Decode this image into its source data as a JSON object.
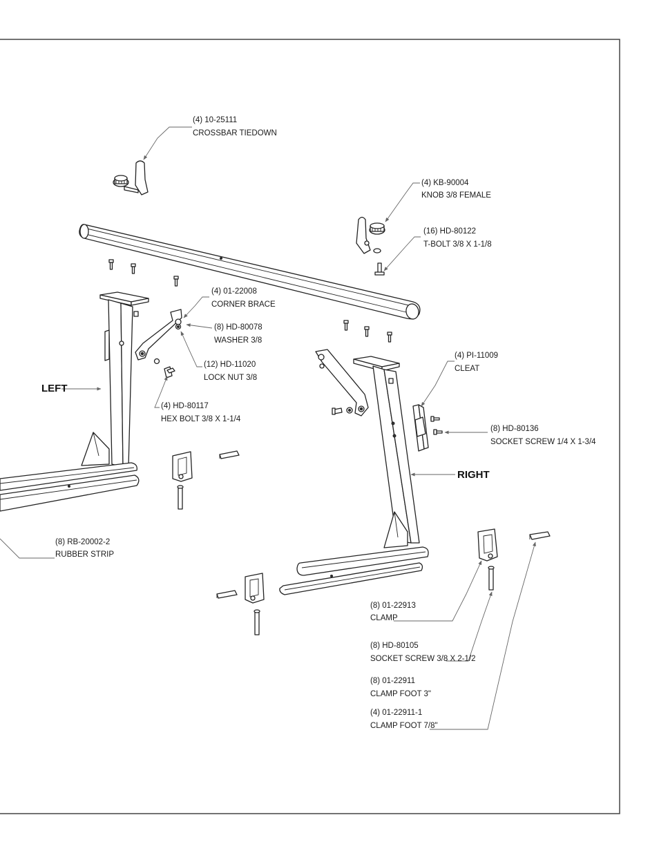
{
  "callouts": {
    "crossbar_tiedown": {
      "line1": "(4) 10-25111",
      "line2": "CROSSBAR TIEDOWN"
    },
    "knob": {
      "line1": "(4) KB-90004",
      "line2": "KNOB 3/8 FEMALE"
    },
    "t_bolt": {
      "line1": "(16) HD-80122",
      "line2": "T-BOLT 3/8 X 1-1/8"
    },
    "corner_brace": {
      "line1": "(4) 01-22008",
      "line2": "CORNER BRACE"
    },
    "washer": {
      "line1": "(8) HD-80078",
      "line2": "WASHER 3/8"
    },
    "lock_nut": {
      "line1": "(12) HD-11020",
      "line2": "LOCK NUT 3/8"
    },
    "hex_bolt": {
      "line1": "(4) HD-80117",
      "line2": "HEX BOLT 3/8 X 1-1/4"
    },
    "cleat": {
      "line1": "(4) PI-11009",
      "line2": "CLEAT"
    },
    "socket_screw_small": {
      "line1": "(8) HD-80136",
      "line2": "SOCKET SCREW 1/4 X 1-3/4"
    },
    "rubber_strip": {
      "line1": "(8) RB-20002-2",
      "line2": "RUBBER STRIP"
    },
    "clamp": {
      "line1": "(8) 01-22913",
      "line2": "CLAMP"
    },
    "socket_screw_large": {
      "line1": "(8) HD-80105",
      "line2": "SOCKET SCREW 3/8 X 2-1/2"
    },
    "clamp_foot_3": {
      "line1": "(8) 01-22911",
      "line2": "CLAMP FOOT 3\""
    },
    "clamp_foot_78": {
      "line1": "(4) 01-22911-1",
      "line2": "CLAMP FOOT 7/8\""
    }
  },
  "side_labels": {
    "left": "LEFT",
    "right": "RIGHT"
  },
  "colors": {
    "line": "#222222",
    "leader": "#666666",
    "frame": "#444444",
    "background": "#ffffff"
  }
}
